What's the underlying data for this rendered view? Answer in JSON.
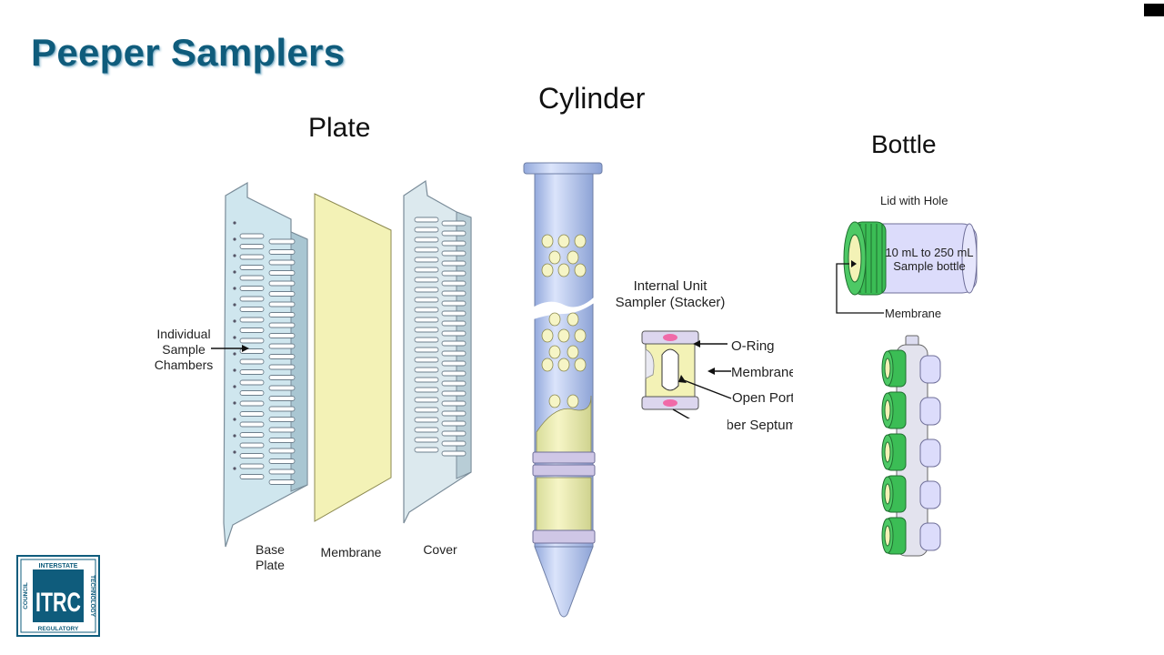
{
  "slide": {
    "title": "Peeper Samplers"
  },
  "plate": {
    "heading": "Plate",
    "callout": "Individual\nSample\nChambers",
    "parts": [
      "Base\nPlate",
      "Membrane",
      "Cover"
    ]
  },
  "cylinder": {
    "heading": "Cylinder",
    "inset_title": "Internal Unit\nSampler (Stacker)",
    "inset_labels": [
      "O-Ring",
      "Membrane",
      "Open Port",
      "Rubber Septum"
    ]
  },
  "bottle": {
    "heading": "Bottle",
    "lid_label": "Lid with Hole",
    "bottle_text": "10 mL to 250 mL\nSample bottle",
    "membrane_label": "Membrane"
  },
  "logo": {
    "acronym": "ITRC",
    "ring_top": "INTERSTATE",
    "ring_right": "TECHNOLOGY",
    "ring_bottom": "REGULATORY",
    "ring_left": "COUNCIL"
  },
  "colors": {
    "title_blue": "#0f5c7c",
    "plate_blue": "#cfe6ee",
    "membrane_yellow": "#f3f2b6",
    "cylinder_blue": "#b7c9ef",
    "bottle_green": "#3bbd55",
    "bottle_lavender": "#dcdcfb"
  }
}
